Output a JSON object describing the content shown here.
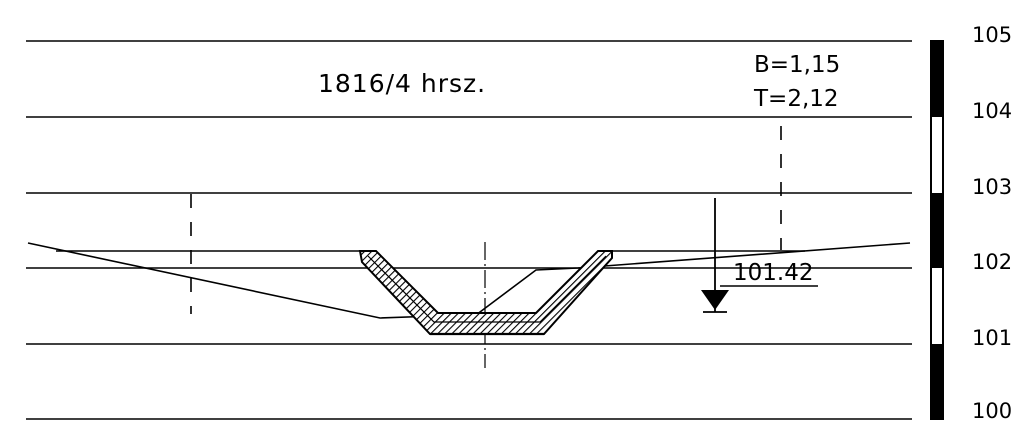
{
  "parcel_label": "1816/4 hrsz.",
  "parameters": {
    "b_label": "B=1,15",
    "t_label": "T=2,12"
  },
  "water_level": {
    "label": "101.42",
    "value": 101.42
  },
  "elevation_scale": {
    "labels": [
      "105",
      "104",
      "103",
      "102",
      "101",
      "100"
    ],
    "values": [
      105,
      104,
      103,
      102,
      101,
      100
    ]
  },
  "colors": {
    "line": "#000000",
    "background": "#ffffff",
    "hatch": "#000000"
  }
}
